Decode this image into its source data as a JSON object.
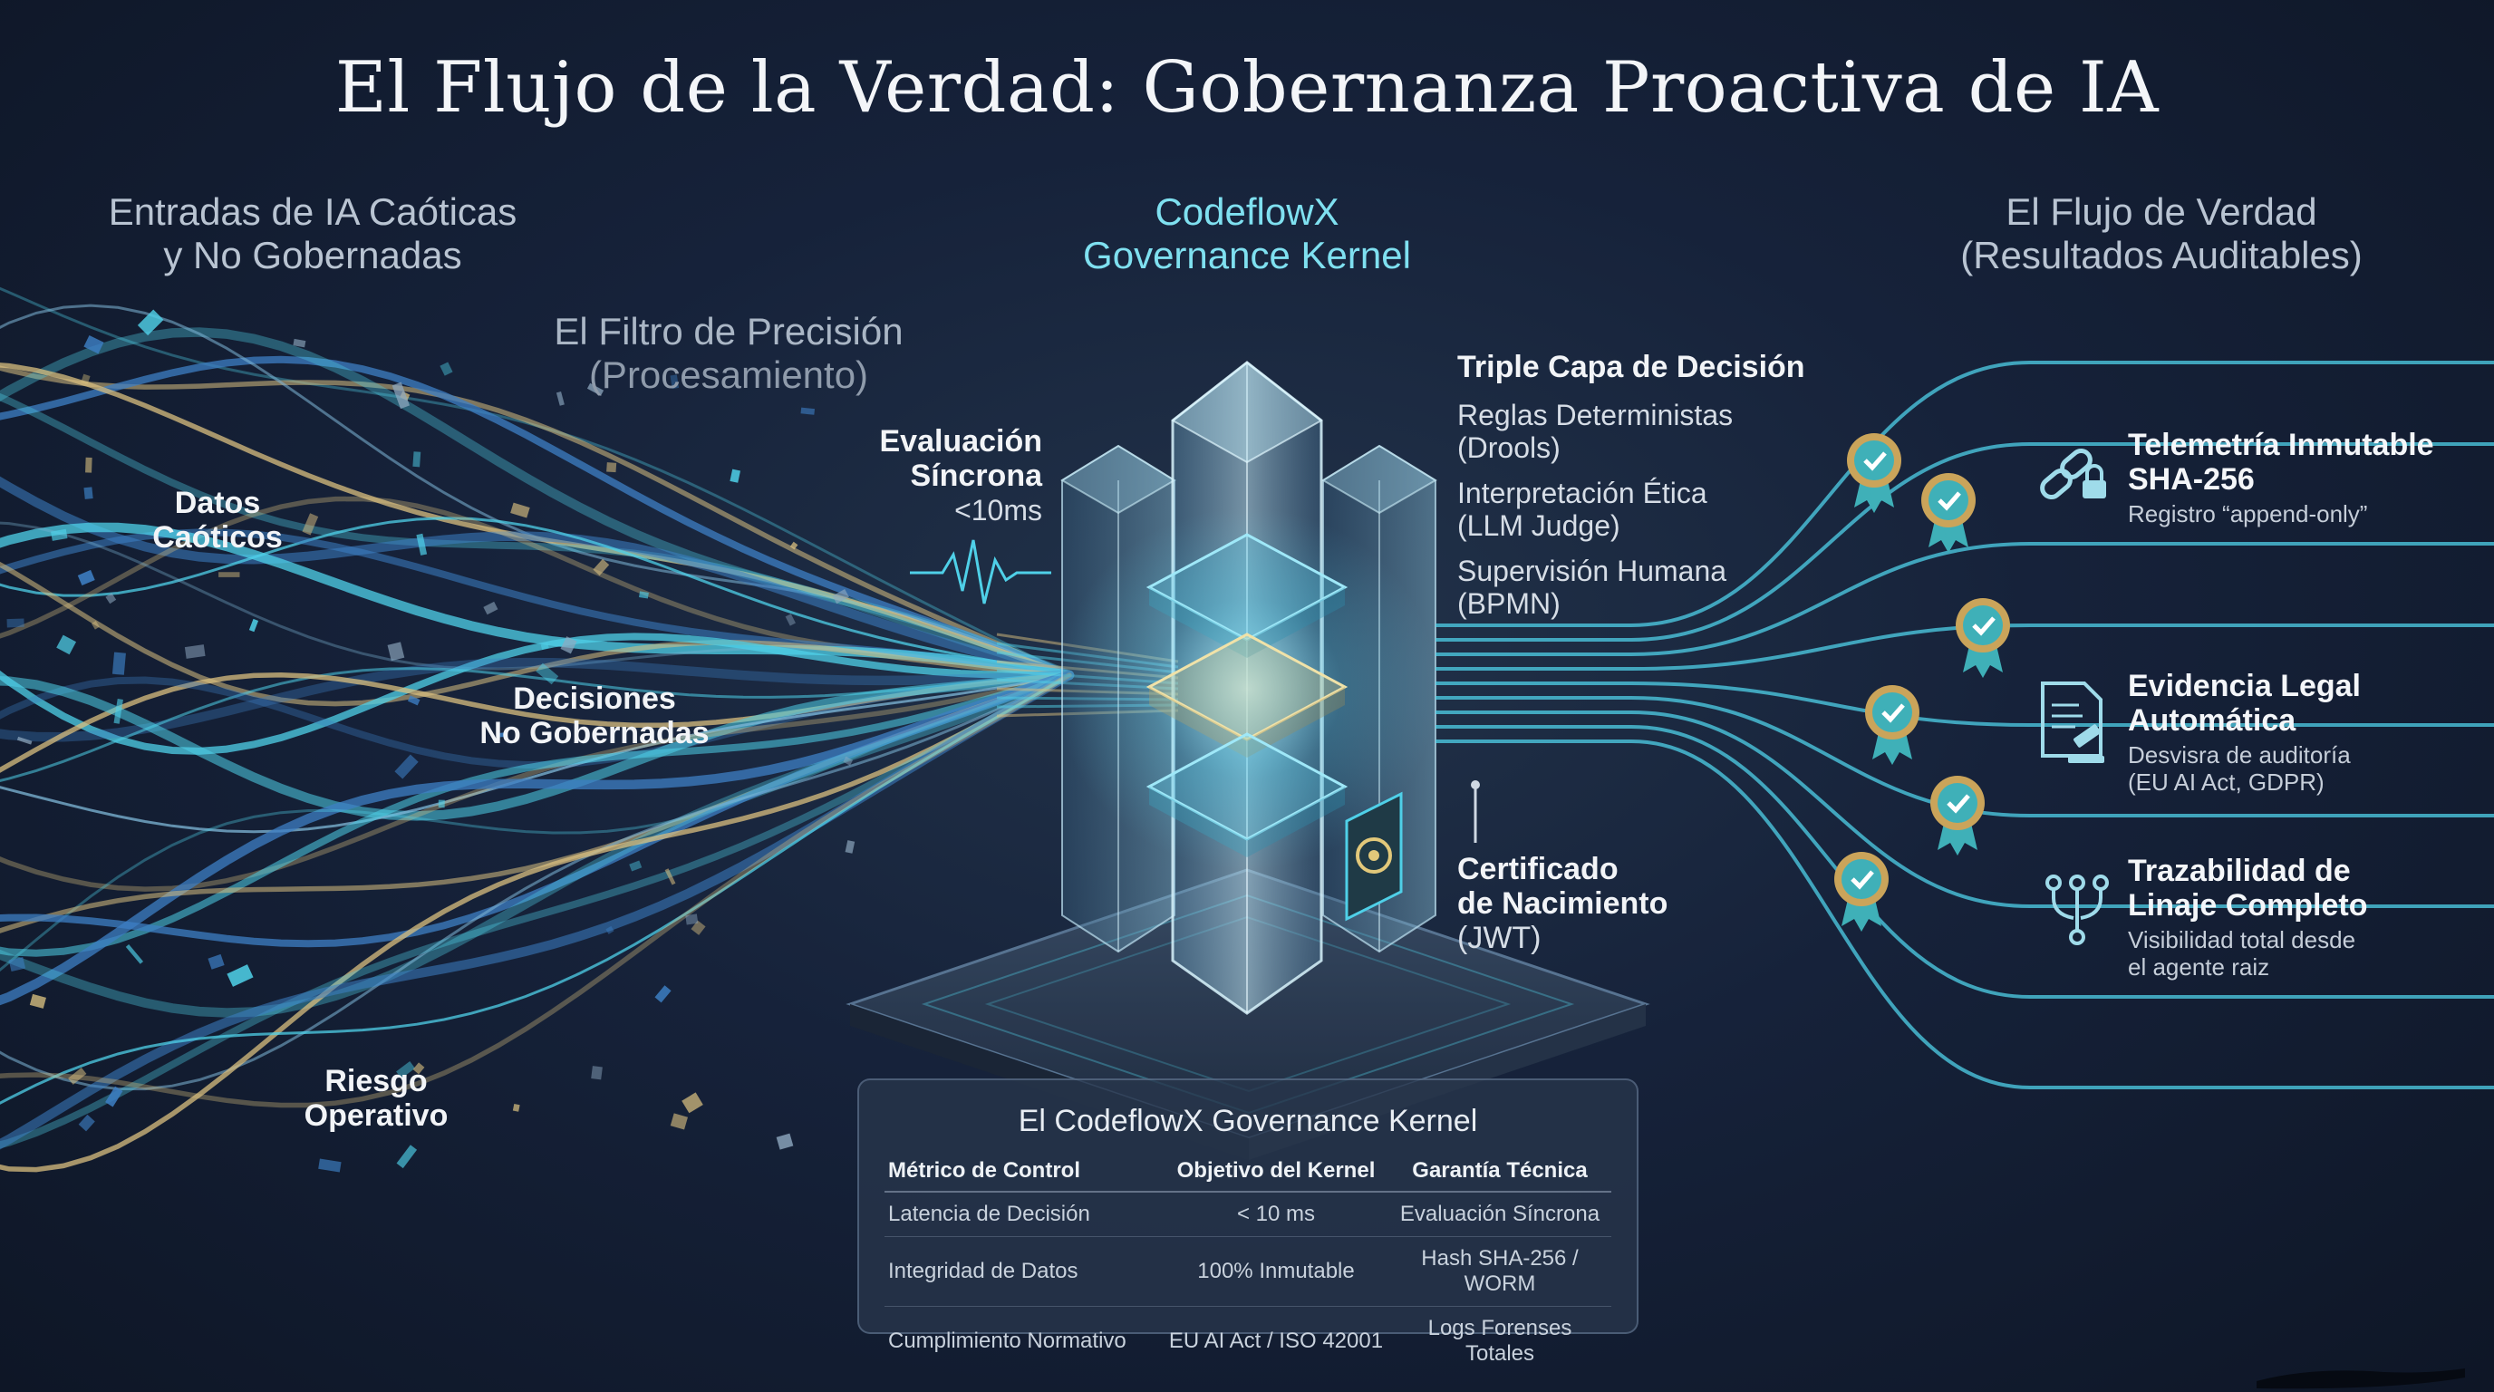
{
  "title": "El Flujo de la Verdad: Gobernanza Proactiva de IA",
  "left_header": {
    "line1": "Entradas de IA Caóticas",
    "line2": "y No Gobernadas"
  },
  "filter_header": {
    "title": "El Filtro de Precisión",
    "subtitle": "(Procesamiento)"
  },
  "kernel_header": {
    "line1": "CodeflowX",
    "line2": "Governance Kernel"
  },
  "right_header": {
    "line1": "El Flujo de Verdad",
    "line2": "(Resultados Auditables)"
  },
  "chaos_labels": [
    {
      "line1": "Datos",
      "line2": "Caóticos"
    },
    {
      "line1": "Decisiones",
      "line2": "No Gobernadas"
    },
    {
      "line1": "Riesgo",
      "line2": "Operativo"
    }
  ],
  "evaluation": {
    "line1": "Evaluación",
    "line2": "Síncrona",
    "line3": "<10ms"
  },
  "decision_layers": {
    "title": "Triple Capa de Decisión",
    "items": [
      {
        "line1": "Reglas Deterministas (Drools)",
        "line2": ""
      },
      {
        "line1": "Interpretación Ética",
        "line2": "(LLM Judge)"
      },
      {
        "line1": "Supervisión Humana",
        "line2": "(BPMN)"
      }
    ]
  },
  "certificate": {
    "line1": "Certificado",
    "line2": "de Nacimiento",
    "line3": "(JWT)"
  },
  "outcomes": [
    {
      "title1": "Telemetría Inmutable",
      "title2": "SHA-256",
      "sub1": "Registro “append-only”",
      "sub2": "",
      "icon": "chain-lock-icon"
    },
    {
      "title1": "Evidencia Legal",
      "title2": "Automática",
      "sub1": "Desvisra de auditoría",
      "sub2": "(EU AI Act, GDPR)",
      "icon": "legal-document-icon"
    },
    {
      "title1": "Trazabilidad de",
      "title2": "Linaje Completo",
      "sub1": "Visibilidad total desde",
      "sub2": "el agente raiz",
      "icon": "lineage-branch-icon"
    }
  ],
  "table": {
    "title": "El CodeflowX Governance Kernel",
    "headers": [
      "Métrico de Control",
      "Objetivo del Kernel",
      "Garantía Técnica"
    ],
    "rows": [
      [
        "Latencia de Decisión",
        "< 10 ms",
        "Evaluación Síncrona"
      ],
      [
        "Integridad de Datos",
        "100% Inmutable",
        "Hash SHA-256 / WORM"
      ],
      [
        "Cumplimiento Normativo",
        "EU AI Act / ISO 42001",
        "Logs Forenses Totales"
      ]
    ]
  },
  "colors": {
    "background": "#16223a",
    "cyan": "#4fd0e8",
    "gold": "#d9bf7f",
    "blue": "#3d7fc4",
    "badge_teal": "#3fb0b8",
    "badge_gold": "#caa45a"
  }
}
